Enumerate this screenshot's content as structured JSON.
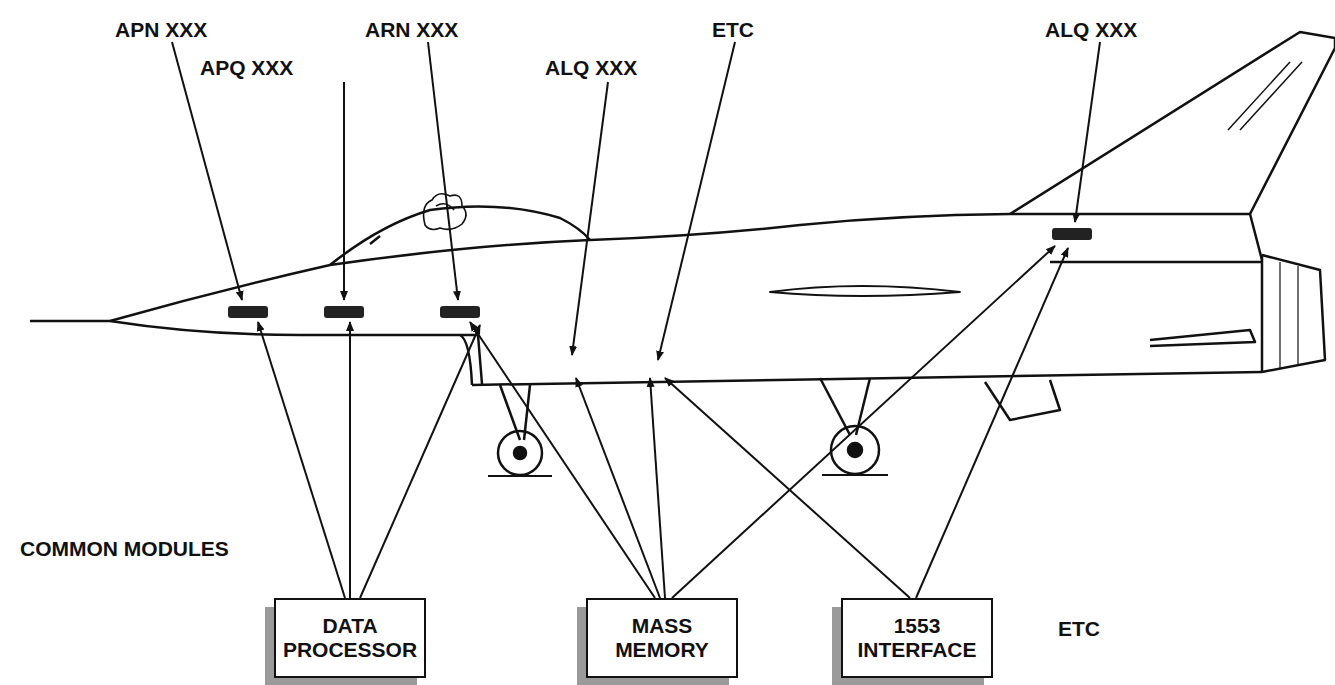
{
  "diagram": {
    "nodes": [
      {
        "text": [
          "DATA PROCESSOR"
        ]
      },
      {
        "text": [
          "MASS MEMORY"
        ]
      },
      {
        "text": [
          "1553 INTERFACE"
        ]
      }
    ],
    "labels": [
      "APN XXX",
      "APQ XXX",
      "ARN XXX",
      "ALQ XXX",
      "ETC",
      "ALQ XXX",
      "COMMON MODULES",
      "ETC"
    ]
  }
}
